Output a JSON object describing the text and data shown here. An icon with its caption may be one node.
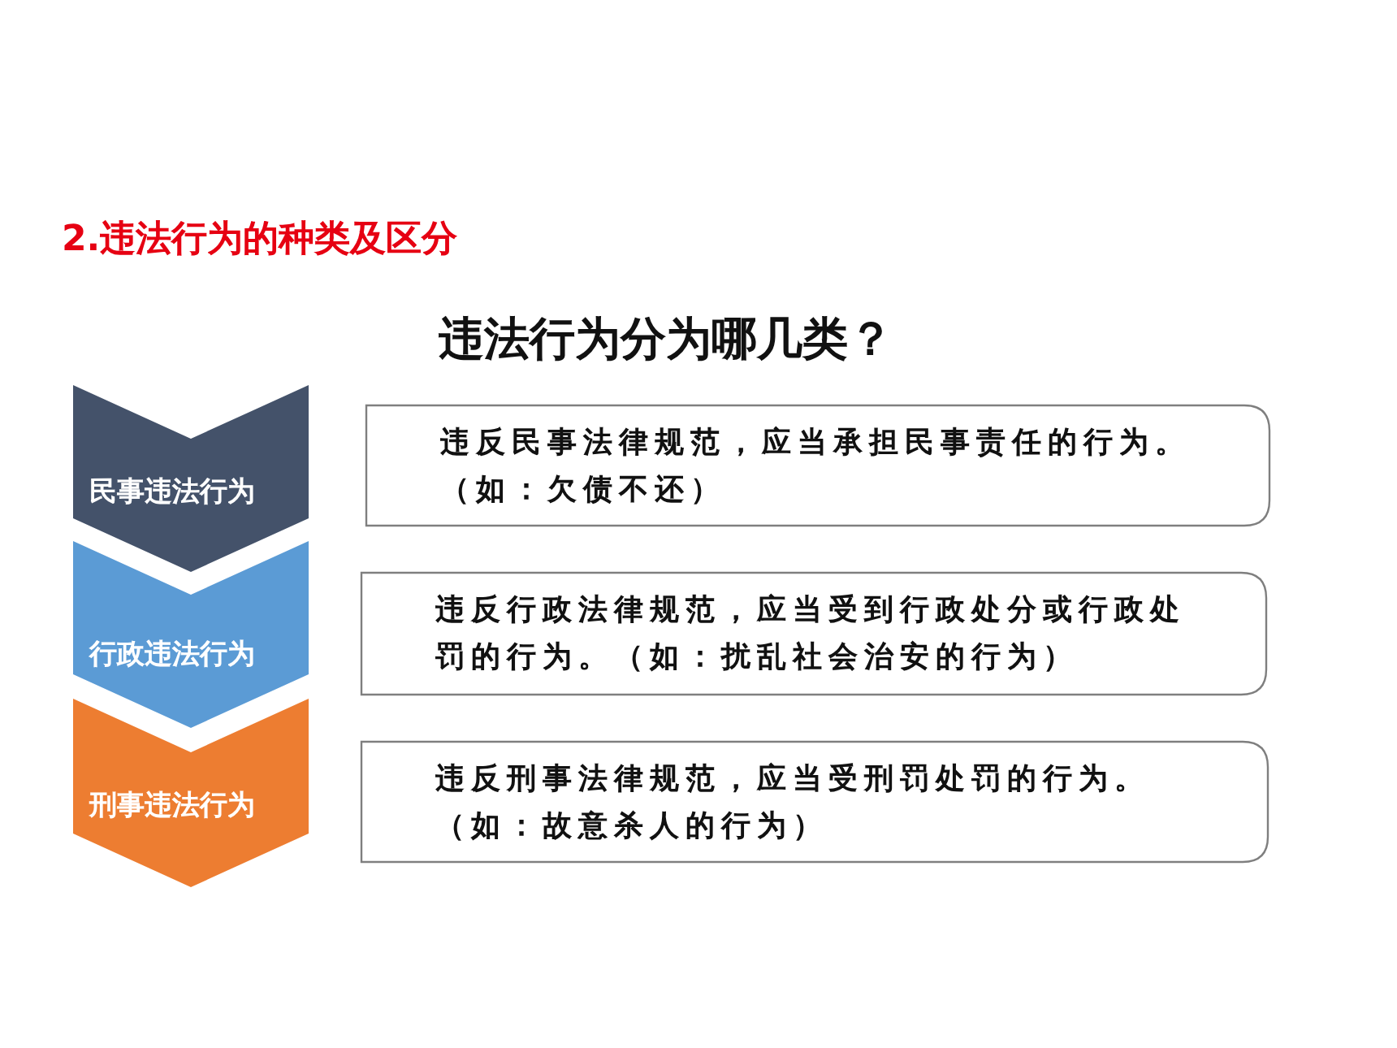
{
  "diagram": {
    "title": "2.违法行为的种类及区分",
    "nodes": [
      {
        "text": [
          "民事违法行为"
        ]
      },
      {
        "text": [
          "违反民事法律规范，应当承担民事责任的行为。（如：欠债不还）"
        ]
      },
      {
        "text": [
          "行政违法行为"
        ]
      },
      {
        "text": [
          "违反行政法律规范，应当受到行政处分或行政处罚的行为。（如：扰乱社会治安的行为）"
        ]
      },
      {
        "text": [
          "刑事违法行为"
        ]
      },
      {
        "text": [
          "违反刑事法律规范，应当受刑罚处罚的行为。（如：故意杀人的行为）"
        ]
      }
    ],
    "labels": [
      "违法行为分为哪几类？"
    ]
  }
}
